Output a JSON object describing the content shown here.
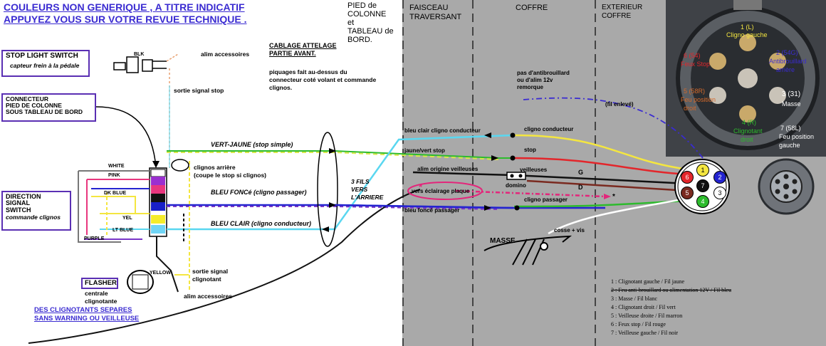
{
  "header": {
    "line1": "COULEURS NON GENERIQUE , A TITRE INDICATIF",
    "line2": "APPUYEZ VOUS SUR VOTRE REVUE TECHNIQUE ."
  },
  "zones": {
    "pied_l1": "PIED de",
    "pied_l2": "COLONNE",
    "pied_l3": "et",
    "pied_l4": "TABLEAU de",
    "pied_l5": "BORD.",
    "faisceau_l1": "FAISCEAU",
    "faisceau_l2": "TRAVERSANT",
    "coffre": "COFFRE",
    "ext_l1": "EXTERIEUR",
    "ext_l2": "COFFRE"
  },
  "left_boxes": {
    "stop_title": "STOP LIGHT SWITCH",
    "stop_sub": "capteur frein à la pédale",
    "conn_l1": "CONNECTEUR",
    "conn_l2": "PIED DE COLONNE",
    "conn_l3": "SOUS TABLEAU DE BORD",
    "dir_l1": "DIRECTION",
    "dir_l2": "SIGNAL",
    "dir_l3": "SWITCH",
    "dir_sub": "commande clignos",
    "flasher_title": "FLASHER",
    "flasher_l1": "centrale",
    "flasher_l2": "clignotante"
  },
  "footer_note": {
    "l1": "DES CLIGNOTANTS SEPARES",
    "l2": "SANS WARNING OU VEILLEUSE"
  },
  "labels": {
    "alim_top": "alim accessoires",
    "sortie_stop": "sortie signal stop",
    "cablage_l1": "CABLAGE ATTELAGE",
    "cablage_l2": "PARTIE AVANT.",
    "piquages_l1": "piquages fait au-dessus du",
    "piquages_l2": "connecteur coté volant et commande",
    "piquages_l3": "clignos.",
    "vert_jaune": "VERT-JAUNE (stop simple)",
    "clignos_arr_l1": "clignos arrière",
    "clignos_arr_l2": "(coupe le stop si clignos)",
    "bleu_fonce": "BLEU FONCé (cligno passager)",
    "bleu_clair": "BLEU CLAIR (cligno conducteur)",
    "trois_fils_l1": "3 FILS",
    "trois_fils_l2": "VERS",
    "trois_fils_l3": "L'ARRIERE",
    "sortie_clignotant_l1": "sortie signal",
    "sortie_clignotant_l2": "clignotant",
    "alim_bottom": "alim accessoires",
    "white": "WHITE",
    "pink": "PINK",
    "dk_blue": "DK BLUE",
    "yel": "YEL",
    "lt_blue": "LT BLUE",
    "purple": "PURPLE",
    "yellow": "YELLOW",
    "blk": "BLK"
  },
  "trunk": {
    "bleu_clair_cligno": "bleu clair cligno conducteur",
    "jaune_vert_stop": "jaune/vert stop",
    "alim_veilleuses": "alim origine veilleuses",
    "vers_eclairage": "vers éclairage plaque",
    "bleu_fonce_passager": "bleu foncé passager",
    "pas_antibrouillard_l1": "pas d'antibrouillard",
    "pas_antibrouillard_l2": "ou d'alim 12v",
    "pas_antibrouillard_l3": "remorque",
    "fil_enleve": "(fil enlevé)",
    "cligno_conducteur": "cligno conducteur",
    "stop": "stop",
    "veilleuses": "veilleuses",
    "domino": "domino",
    "cligno_passager": "cligno passager",
    "g": "G",
    "d": "D",
    "asterisk": "*",
    "masse": "MASSE",
    "cosse": "cosse + vis"
  },
  "plug_big": {
    "p1_num": "1 (L)",
    "p1_name": "Cligno gauche",
    "p6_num": "6 (54)",
    "p6_name": "Feux Stop",
    "p2_num": "2 (54G)",
    "p2_name": "Antibrouillard",
    "p2_name2": "arrière",
    "p5_num": "5 (58R)",
    "p5_name1": "Feu position",
    "p5_name2": "droit",
    "p3_num": "3 (31)",
    "p3_name": "Masse",
    "p4_num": "4 (R)",
    "p4_name1": "Clignotant",
    "p4_name2": "droit",
    "p7_num": "7 (58L)",
    "p7_name1": "Feu position",
    "p7_name2": "gauche"
  },
  "pins_small": [
    "1",
    "2",
    "3",
    "4",
    "5",
    "6",
    "7"
  ],
  "legend": [
    "1 : Clignotant gauche / Fil jaune",
    "2 : Feu anti-brouillard ou alimentation 12V / Fil bleu",
    "3 : Masse / Fil blanc",
    "4 : Clignotant droit / Fil vert",
    "5 : Veilleuse droite / Fil marron",
    "6 : Feux stop / Fil rouge",
    "7 : Veilleuse gauche / Fil noir"
  ],
  "colors": {
    "accent": "#3a2bd1",
    "box_border": "#5a2fb3",
    "grey_panel": "#a9a9a9",
    "wire_yellow": "#f4e640",
    "wire_green": "#2dbb2d",
    "wire_red": "#e3262b",
    "wire_black": "#111111",
    "wire_blue": "#2424d0",
    "wire_lightblue": "#5ad7f0",
    "wire_purple": "#7a36c8"
  }
}
